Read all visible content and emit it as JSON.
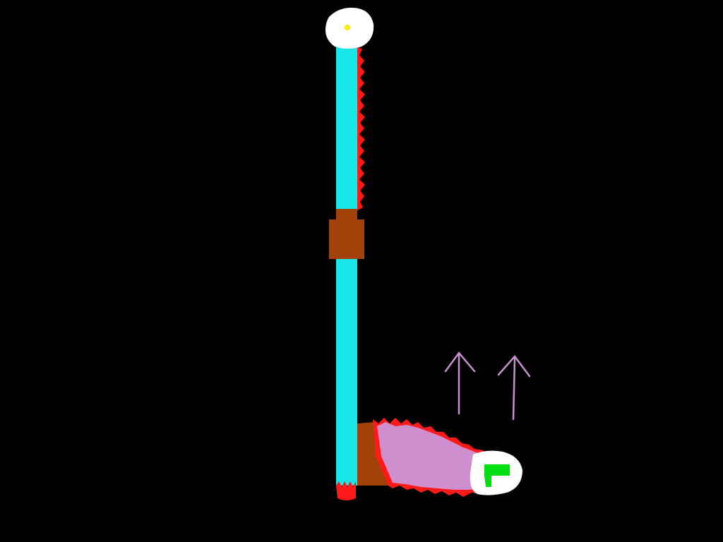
{
  "scene": {
    "background": "#000000",
    "colors": {
      "pole": "#19e6e6",
      "pole_edge": "#0fc8c8",
      "jagged_edge": "#ff1a1a",
      "bracket": "#a0420a",
      "canister_body": "#cf8fcf",
      "cap": "#ffffff",
      "cap_dot": "#ffee00",
      "green_flag": "#00e010",
      "arrow": "#c890d0"
    },
    "elements": {
      "top_cap": "round-cap",
      "pole": "vertical-pole",
      "middle_bracket": "brown-bracket",
      "bottom_pivot": "brown-pivot",
      "canister": "pink-canister",
      "flag_icon": "green-flag-icon",
      "arrows": [
        "up-arrow-icon",
        "up-arrow-icon"
      ]
    }
  }
}
